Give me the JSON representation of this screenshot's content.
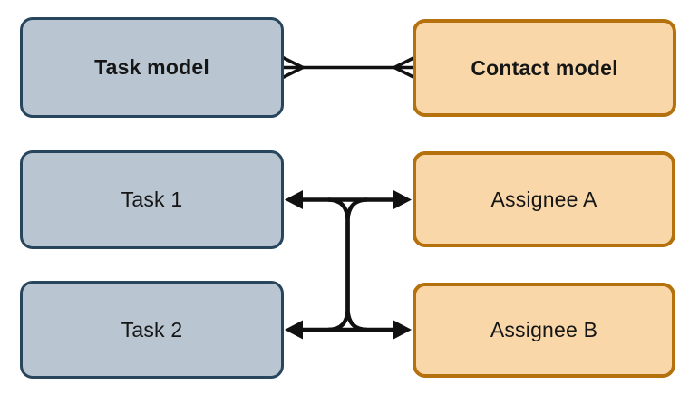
{
  "diagram": {
    "background": "#ffffff",
    "colors": {
      "background": "#ffffff",
      "task_fill": "#b9c6d1",
      "task_border": "#27455c",
      "contact_fill": "#f9d7a9",
      "contact_border": "#b4710e",
      "line": "#111111",
      "text": "#161616"
    },
    "nodes": [
      {
        "id": "task-model",
        "label": "Task model",
        "kind": "model",
        "column": "left"
      },
      {
        "id": "contact-model",
        "label": "Contact model",
        "kind": "model",
        "column": "right"
      },
      {
        "id": "task-1",
        "label": "Task 1",
        "kind": "instance",
        "column": "left"
      },
      {
        "id": "assignee-a",
        "label": "Assignee A",
        "kind": "instance",
        "column": "right"
      },
      {
        "id": "task-2",
        "label": "Task 2",
        "kind": "instance",
        "column": "left"
      },
      {
        "id": "assignee-b",
        "label": "Assignee B",
        "kind": "instance",
        "column": "right"
      }
    ],
    "edges": [
      {
        "from": "task-model",
        "to": "contact-model",
        "style": "crows-foot-many-to-many"
      },
      {
        "from": "task-1",
        "to": "assignee-a",
        "style": "double-headed-arrow"
      },
      {
        "from": "task-2",
        "to": "assignee-b",
        "style": "double-headed-arrow"
      },
      {
        "from": "task-row-arrows",
        "to": "task-row-arrows",
        "style": "merged-vertical-connector"
      }
    ]
  }
}
